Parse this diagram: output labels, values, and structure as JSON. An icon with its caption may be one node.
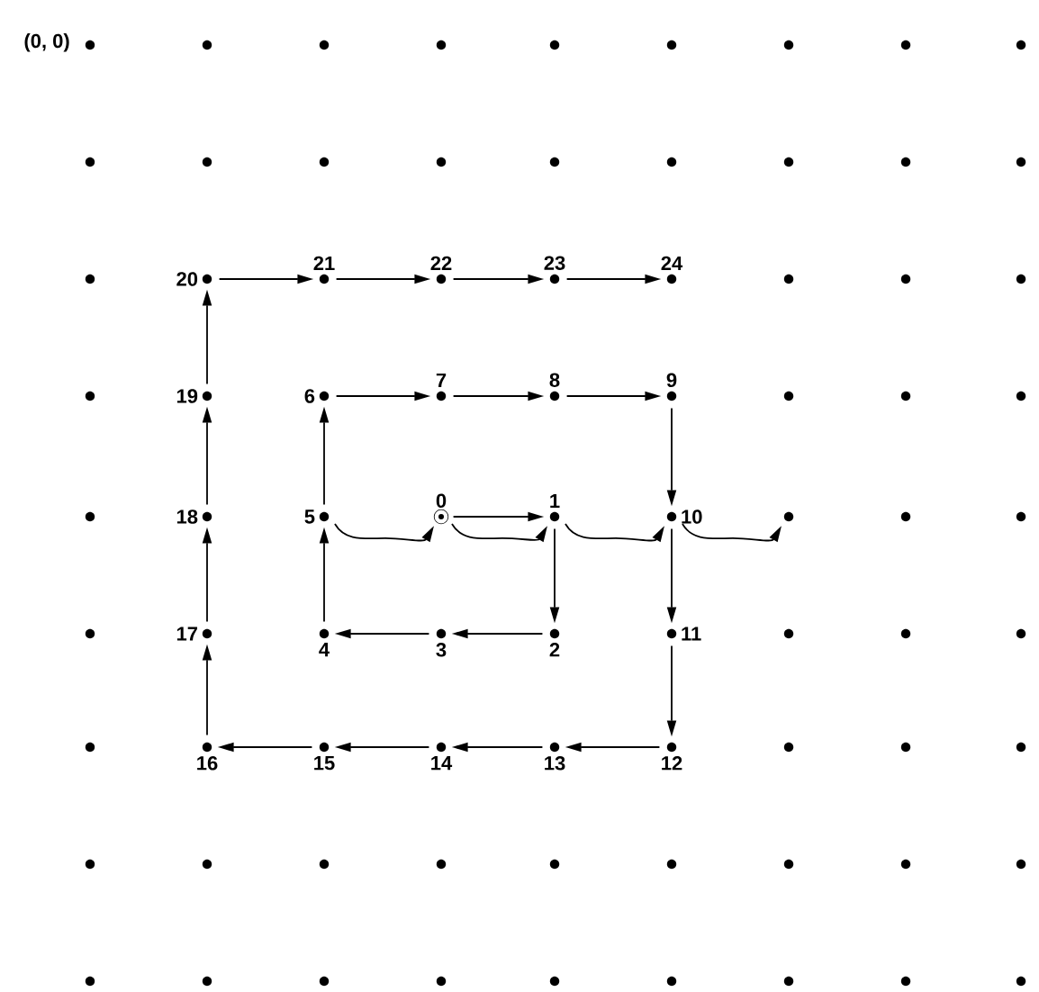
{
  "diagram": {
    "nodes": [
      {
        "text": [
          "0"
        ]
      },
      {
        "text": [
          "1"
        ]
      },
      {
        "text": [
          "2"
        ]
      },
      {
        "text": [
          "3"
        ]
      },
      {
        "text": [
          "4"
        ]
      },
      {
        "text": [
          "5"
        ]
      },
      {
        "text": [
          "6"
        ]
      },
      {
        "text": [
          "7"
        ]
      },
      {
        "text": [
          "8"
        ]
      },
      {
        "text": [
          "9"
        ]
      },
      {
        "text": [
          "10"
        ]
      },
      {
        "text": [
          "11"
        ]
      },
      {
        "text": [
          "12"
        ]
      },
      {
        "text": [
          "13"
        ]
      },
      {
        "text": [
          "14"
        ]
      },
      {
        "text": [
          "15"
        ]
      },
      {
        "text": [
          "16"
        ]
      },
      {
        "text": [
          "17"
        ]
      },
      {
        "text": [
          "18"
        ]
      },
      {
        "text": [
          "19"
        ]
      },
      {
        "text": [
          "20"
        ]
      },
      {
        "text": [
          "21"
        ]
      },
      {
        "text": [
          "22"
        ]
      },
      {
        "text": [
          "23"
        ]
      },
      {
        "text": [
          "24"
        ]
      },
      {
        "text": [],
        "shape": "circle"
      }
    ],
    "edges": [
      {
        "from": 0,
        "to": 1,
        "arrow": "to"
      },
      {
        "from": 1,
        "to": 2,
        "arrow": "to"
      },
      {
        "from": 2,
        "to": 3,
        "arrow": "to"
      },
      {
        "from": 3,
        "to": 4,
        "arrow": "to"
      },
      {
        "from": 4,
        "to": 5,
        "arrow": "to"
      },
      {
        "from": 5,
        "to": 6,
        "arrow": "to"
      },
      {
        "from": 6,
        "to": 7,
        "arrow": "to"
      },
      {
        "from": 7,
        "to": 8,
        "arrow": "to"
      },
      {
        "from": 8,
        "to": 9,
        "arrow": "to"
      },
      {
        "from": 9,
        "to": 10,
        "arrow": "to"
      },
      {
        "from": 10,
        "to": 11,
        "arrow": "to"
      },
      {
        "from": 11,
        "to": 12,
        "arrow": "to"
      },
      {
        "from": 12,
        "to": 13,
        "arrow": "to"
      },
      {
        "from": 13,
        "to": 14,
        "arrow": "to"
      },
      {
        "from": 14,
        "to": 15,
        "arrow": "to"
      },
      {
        "from": 15,
        "to": 16,
        "arrow": "to"
      },
      {
        "from": 16,
        "to": 17,
        "arrow": "to"
      },
      {
        "from": 17,
        "to": 18,
        "arrow": "to"
      },
      {
        "from": 18,
        "to": 19,
        "arrow": "to"
      },
      {
        "from": 19,
        "to": 20,
        "arrow": "to"
      },
      {
        "from": 20,
        "to": 21,
        "arrow": "to"
      },
      {
        "from": 21,
        "to": 22,
        "arrow": "to"
      },
      {
        "from": 22,
        "to": 23,
        "arrow": "to"
      },
      {
        "from": 23,
        "to": 24,
        "arrow": "to"
      },
      {
        "from": 5,
        "to": 0,
        "arrow": "to"
      },
      {
        "from": 0,
        "to": 1,
        "arrow": "to"
      },
      {
        "from": 1,
        "to": 10,
        "arrow": "to"
      },
      {
        "from": 10,
        "to": 25,
        "arrow": "to"
      }
    ],
    "labels": [
      "(0, 0)"
    ]
  }
}
